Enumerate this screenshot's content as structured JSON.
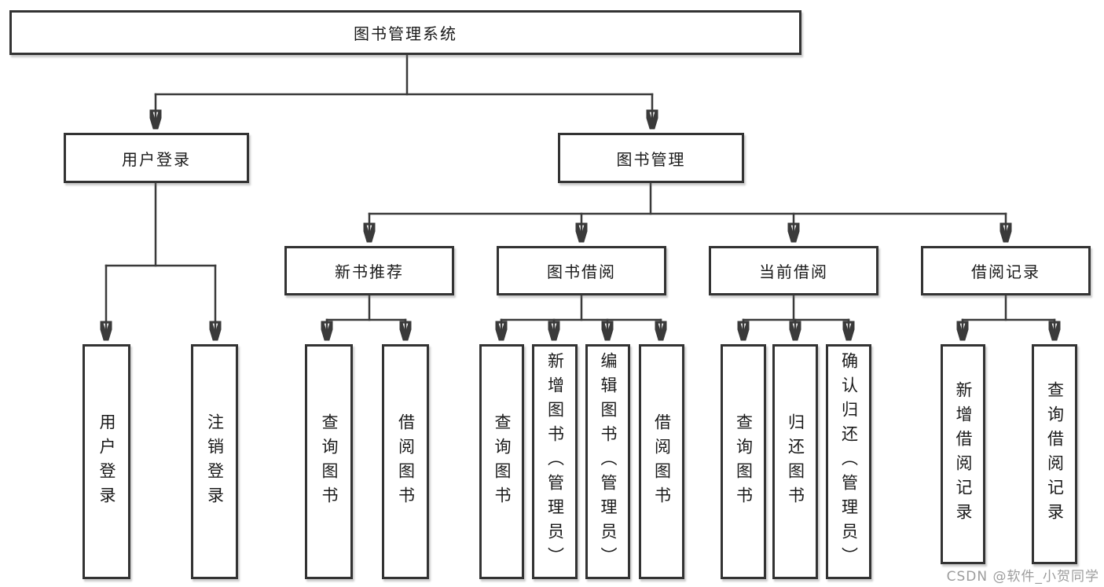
{
  "diagram": {
    "tree": {
      "label": "图书管理系统",
      "children": [
        {
          "label": "用户登录",
          "children": [
            {
              "label": "用户登录"
            },
            {
              "label": "注销登录"
            }
          ]
        },
        {
          "label": "图书管理",
          "children": [
            {
              "label": "新书推荐",
              "children": [
                {
                  "label": "查询图书"
                },
                {
                  "label": "借阅图书"
                }
              ]
            },
            {
              "label": "图书借阅",
              "children": [
                {
                  "label": "查询图书"
                },
                {
                  "label": "新增图书（管理员）"
                },
                {
                  "label": "编辑图书（管理员）"
                },
                {
                  "label": "借阅图书"
                }
              ]
            },
            {
              "label": "当前借阅",
              "children": [
                {
                  "label": "查询图书"
                },
                {
                  "label": "归还图书"
                },
                {
                  "label": "确认归还（管理员）"
                }
              ]
            },
            {
              "label": "借阅记录",
              "children": [
                {
                  "label": "新增借阅记录"
                },
                {
                  "label": "查询借阅记录"
                }
              ]
            }
          ]
        }
      ]
    },
    "watermark": "CSDN @软件_小贺同学",
    "colors": {
      "line": "#3a3a3a",
      "border": "#333333",
      "text": "#1a1a1a",
      "watermark": "#9c9c9c",
      "background": "#ffffff"
    }
  }
}
